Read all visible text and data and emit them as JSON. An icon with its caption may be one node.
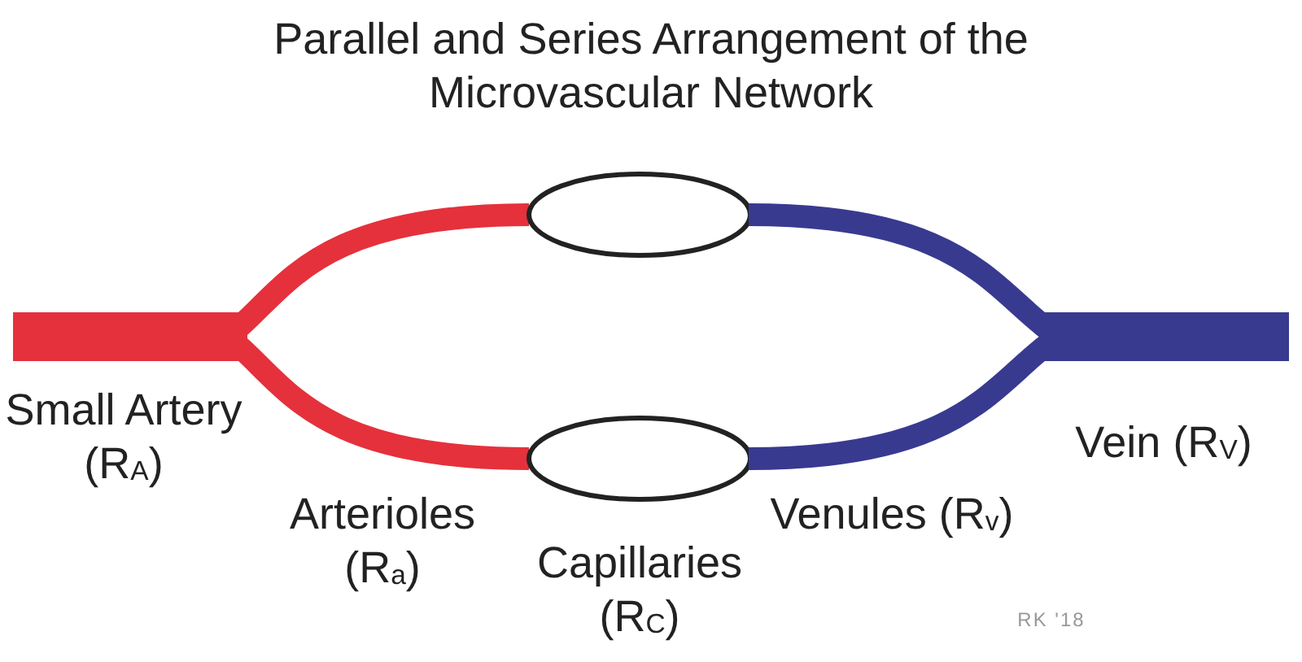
{
  "diagram": {
    "title": "Parallel and Series Arrangement of the Microvascular Network",
    "labels": [
      "Small Artery (R$_{A}$)",
      "Arterioles (R$_{a}$)",
      "Capillaries (R$_{C}$)",
      "Venules (R$_{v}$)",
      "Vein (R$_{V}$)",
      "RK '18"
    ]
  }
}
